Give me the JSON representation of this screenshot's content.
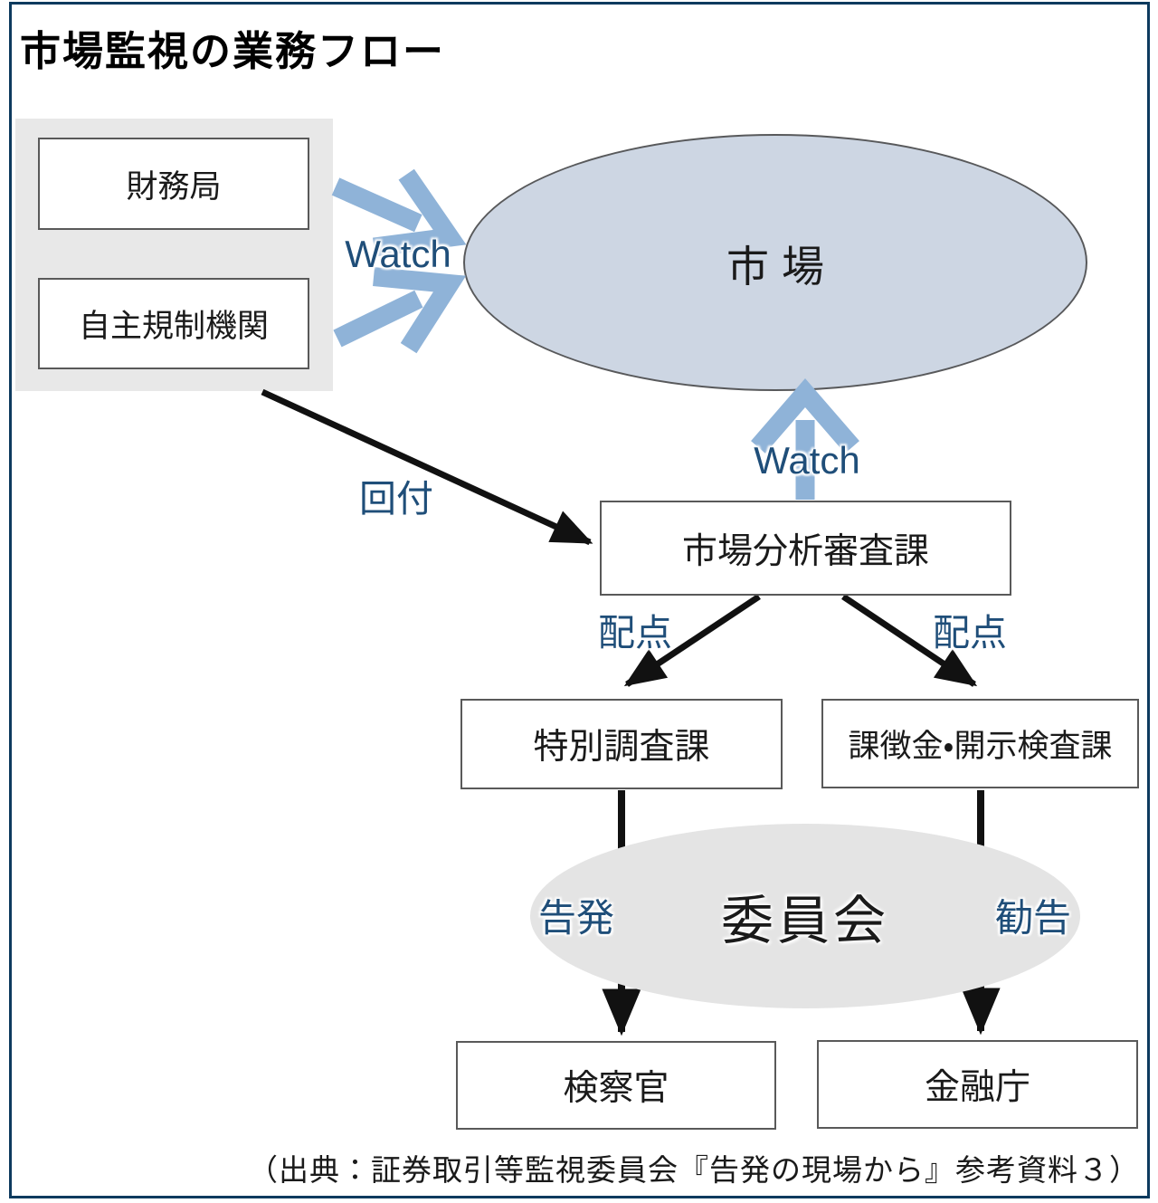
{
  "title": "市場監視の業務フロー",
  "nodes": {
    "finance_bureau": "財務局",
    "self_regulatory_org": "自主規制機関",
    "market": "市場",
    "market_analysis_division": "市場分析審査課",
    "special_investigation_division": "特別調査課",
    "surcharge_disclosure_division": "課徴金・開示検査課",
    "committee": "委員会",
    "prosecutor": "検察官",
    "fsa": "金融庁"
  },
  "arrow_labels": {
    "watch_left": "Watch",
    "watch_up": "Watch",
    "referral": "回付",
    "assignment_left": "配点",
    "assignment_right": "配点",
    "accusation": "告発",
    "recommendation": "勧告"
  },
  "caption": "（出典：証券取引等監視委員会『告発の現場から』参考資料３）",
  "colors": {
    "frame_navy": "#0d3a5e",
    "panel_gray": "#e8e8e8",
    "node_border_gray": "#595959",
    "market_ellipse_fill": "#cdd6e3",
    "committee_ellipse_fill": "#e4e4e4",
    "arrow_blue": "#8fb3d8",
    "label_blue": "#1f4e79",
    "arrow_black": "#111111"
  }
}
